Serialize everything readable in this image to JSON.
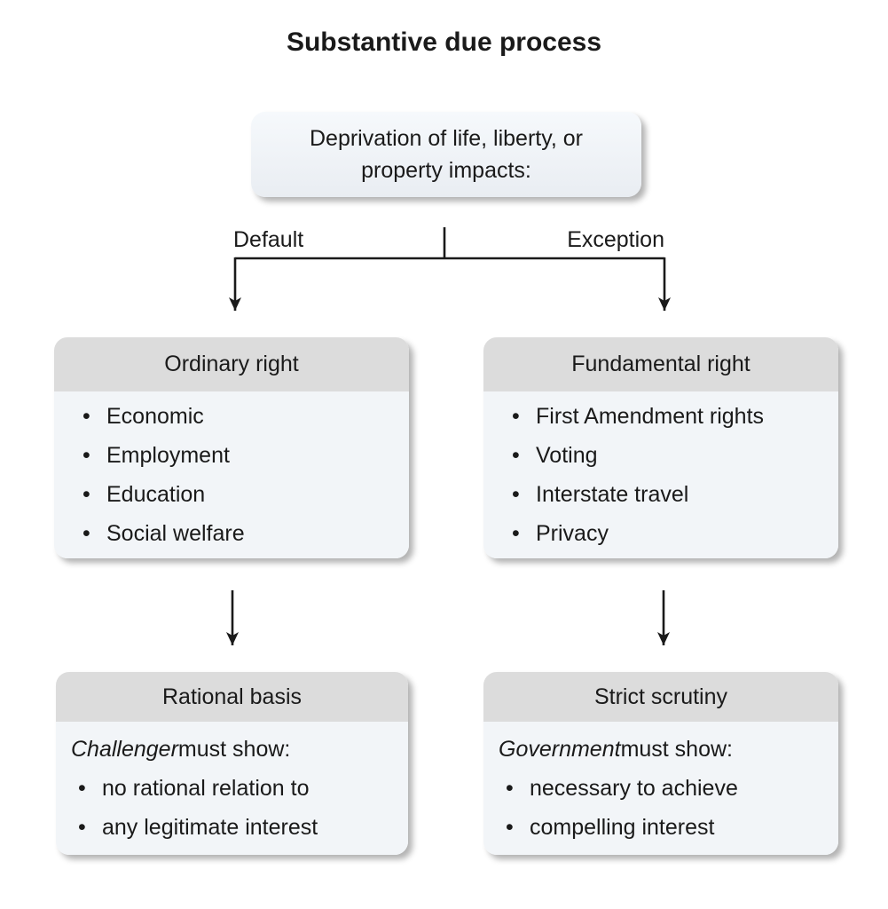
{
  "title": "Substantive due process",
  "root_box": {
    "line1": "Deprivation of life, liberty, or",
    "line2": "property impacts:"
  },
  "branch": {
    "left_label": "Default",
    "right_label": "Exception"
  },
  "ordinary": {
    "header": "Ordinary right",
    "bullets": [
      "Economic",
      "Employment",
      "Education",
      "Social welfare"
    ]
  },
  "fundamental": {
    "header": "Fundamental right",
    "bullets": [
      "First Amendment rights",
      "Voting",
      "Interstate travel",
      "Privacy"
    ]
  },
  "rational": {
    "header": "Rational basis",
    "lead_italic": "Challenger",
    "lead_rest": " must show:",
    "bullets": [
      "no rational relation to",
      "any legitimate interest"
    ]
  },
  "strict": {
    "header": "Strict scrutiny",
    "lead_italic": "Government",
    "lead_rest": " must show:",
    "bullets": [
      "necessary to achieve",
      "compelling interest"
    ]
  },
  "bullet_char": "•",
  "colors": {
    "header_bg": "#dcdcdc",
    "body_bg": "#f2f5f8",
    "root_bg_top": "#f6f9fc",
    "root_bg_bottom": "#e9edf2",
    "line": "#1a1a1a",
    "text": "#1a1a1a",
    "background": "#ffffff"
  }
}
